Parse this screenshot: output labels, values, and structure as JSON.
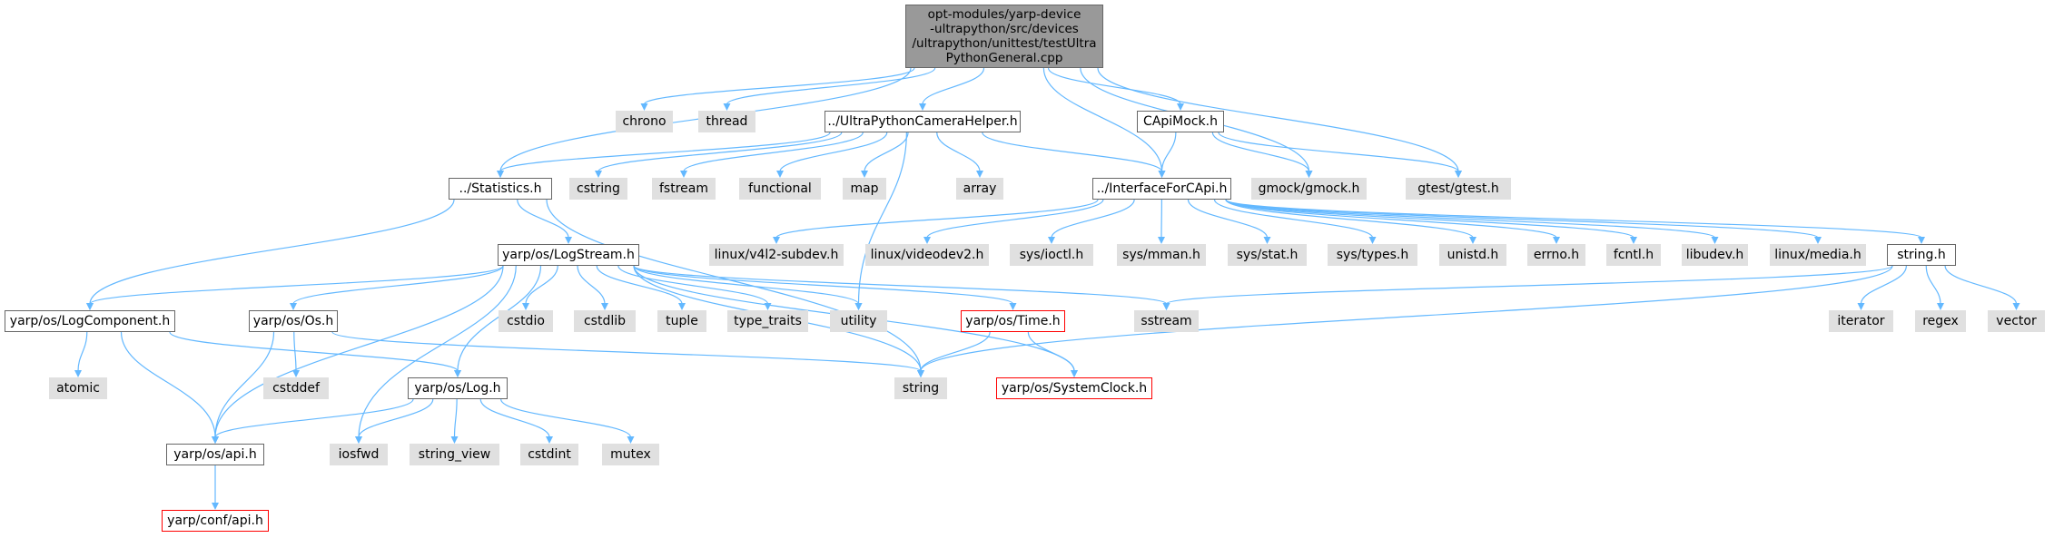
{
  "title": "opt-modules/yarp-device-ultrapython/src/devices/ultrapython/unittest/testUltraPythonGeneral.cpp",
  "colors": {
    "edge": "#63b8ff",
    "root_fill": "#999999",
    "system_fill": "#e0e0e0",
    "truncated_border": "#ff0000"
  },
  "nodes": {
    "root": "opt-modules/yarp-device\n-ultrapython/src/devices\n/ultrapython/unittest/testUltra\nPythonGeneral.cpp",
    "chrono": "chrono",
    "thread": "thread",
    "helper": "../UltraPythonCameraHelper.h",
    "capimock": "CApiMock.h",
    "statistics": "../Statistics.h",
    "cstring": "cstring",
    "fstream": "fstream",
    "functional": "functional",
    "map": "map",
    "array": "array",
    "interface": "../InterfaceForCApi.h",
    "gmock": "gmock/gmock.h",
    "gtest": "gtest/gtest.h",
    "logstream": "yarp/os/LogStream.h",
    "v4l2subdev": "linux/v4l2-subdev.h",
    "videodev2": "linux/videodev2.h",
    "ioctl": "sys/ioctl.h",
    "mman": "sys/mman.h",
    "stat": "sys/stat.h",
    "types": "sys/types.h",
    "unistd": "unistd.h",
    "errno": "errno.h",
    "fcntl": "fcntl.h",
    "libudev": "libudev.h",
    "media": "linux/media.h",
    "stringh": "string.h",
    "logcomponent": "yarp/os/LogComponent.h",
    "os": "yarp/os/Os.h",
    "cstdio": "cstdio",
    "cstdlib": "cstdlib",
    "tuple": "tuple",
    "type_traits": "type_traits",
    "utility": "utility",
    "time": "yarp/os/Time.h",
    "sstream": "sstream",
    "iterator": "iterator",
    "regex": "regex",
    "vector": "vector",
    "atomic": "atomic",
    "cstddef": "cstddef",
    "log": "yarp/os/Log.h",
    "string": "string",
    "systemclock": "yarp/os/SystemClock.h",
    "api": "yarp/os/api.h",
    "iosfwd": "iosfwd",
    "string_view": "string_view",
    "cstdint": "cstdint",
    "mutex": "mutex",
    "confapi": "yarp/conf/api.h"
  }
}
